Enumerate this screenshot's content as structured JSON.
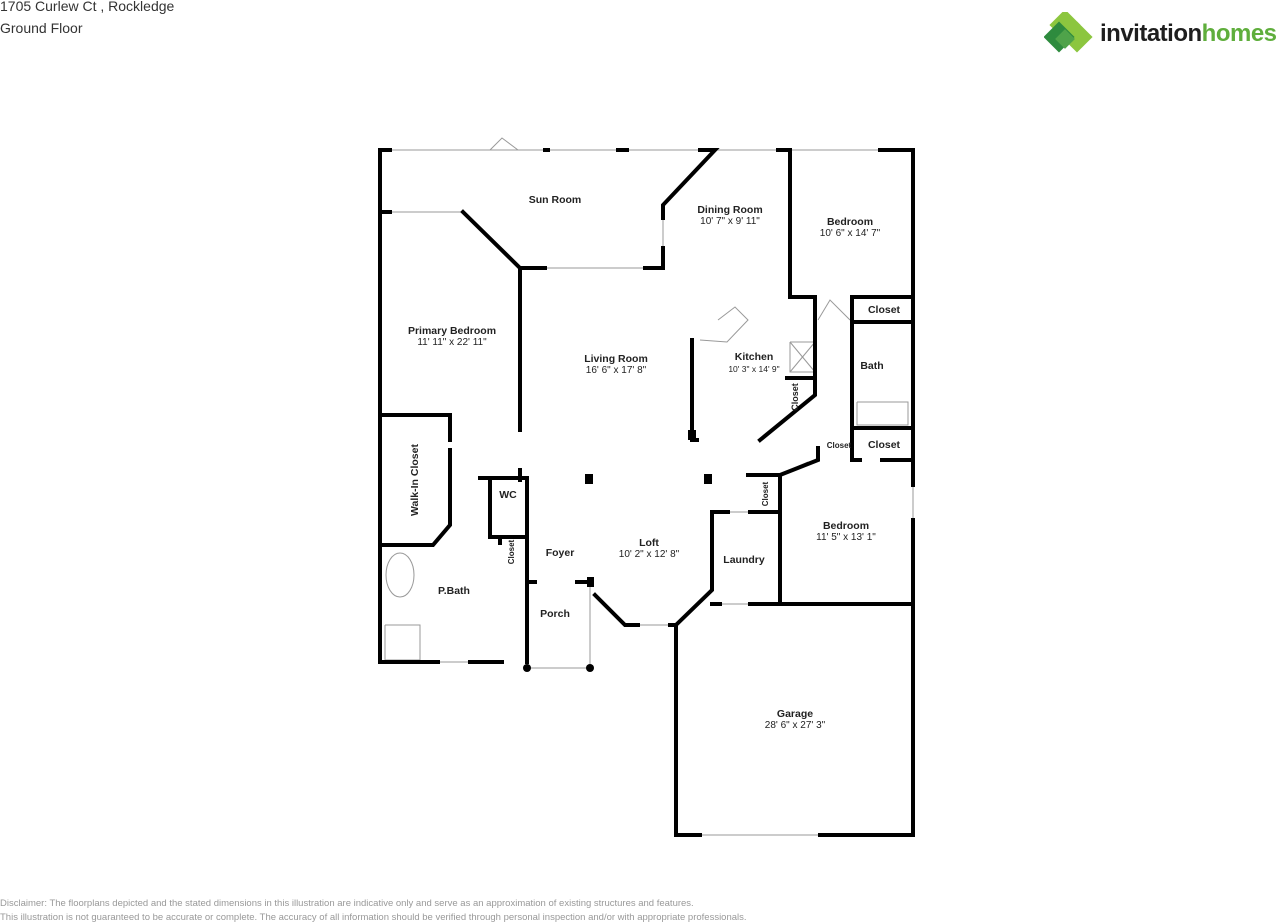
{
  "header": {
    "address": "1705 Curlew Ct , Rockledge",
    "floor": "Ground Floor"
  },
  "logo": {
    "text_dark": "invitation",
    "text_green": "homes",
    "colors": {
      "green": "#5fae3c",
      "dark": "#1e1e1e",
      "mark_light": "#8cc63f",
      "mark_dark": "#2e8b3e"
    }
  },
  "rooms": [
    {
      "name": "Sun Room",
      "dims": ""
    },
    {
      "name": "Dining Room",
      "dims": "10' 7\" x 9' 11\""
    },
    {
      "name": "Bedroom",
      "dims": "10' 6\" x 14' 7\""
    },
    {
      "name": "Primary Bedroom",
      "dims": "11' 11\" x 22' 11\""
    },
    {
      "name": "Living Room",
      "dims": "16' 6\" x 17' 8\""
    },
    {
      "name": "Kitchen",
      "dims": "10' 3\" x 14' 9\""
    },
    {
      "name": "Closet",
      "dims": ""
    },
    {
      "name": "Bath",
      "dims": ""
    },
    {
      "name": "Closet",
      "dims": ""
    },
    {
      "name": "Closet",
      "dims": ""
    },
    {
      "name": "Closet",
      "dims": ""
    },
    {
      "name": "Walk-In Closet",
      "dims": ""
    },
    {
      "name": "WC",
      "dims": ""
    },
    {
      "name": "Closet",
      "dims": ""
    },
    {
      "name": "Foyer",
      "dims": ""
    },
    {
      "name": "Loft",
      "dims": "10' 2\" x 12' 8\""
    },
    {
      "name": "Closet",
      "dims": ""
    },
    {
      "name": "Bedroom",
      "dims": "11' 5\" x 13' 1\""
    },
    {
      "name": "Laundry",
      "dims": ""
    },
    {
      "name": "P.Bath",
      "dims": ""
    },
    {
      "name": "Porch",
      "dims": ""
    },
    {
      "name": "Garage",
      "dims": "28' 6\" x 27' 3\""
    }
  ],
  "disclaimer": [
    "Disclaimer: The floorplans depicted and the stated dimensions in this illustration are indicative only and serve as an approximation of existing structures and features.",
    "This illustration is not guaranteed to be accurate or complete. The accuracy of all information should be verified through personal inspection and/or with appropriate professionals."
  ]
}
